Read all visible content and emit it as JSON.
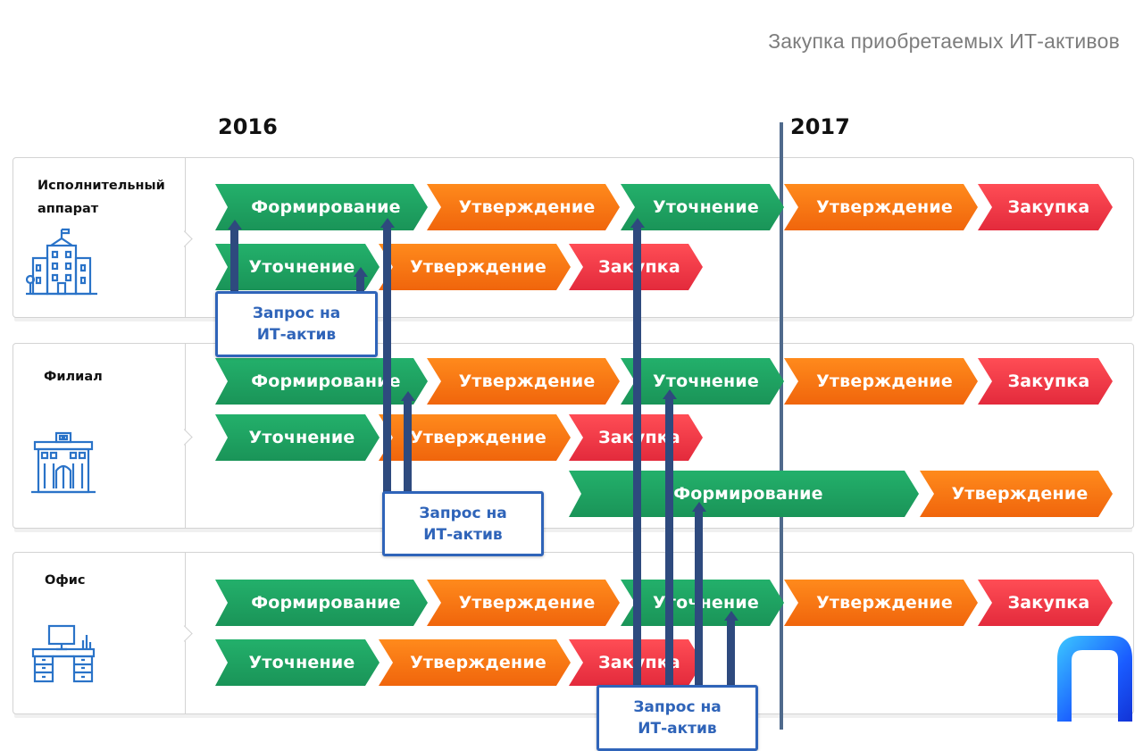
{
  "title": "Закупка приобретаемых ИТ-активов",
  "years": [
    "2016",
    "2017"
  ],
  "labels": {
    "formation": "Формирование",
    "approval": "Утверждение",
    "refinement": "Уточнение",
    "purchase": "Закупка",
    "request_line1": "Запрос на",
    "request_line2": "ИТ-актив"
  },
  "sections": [
    {
      "name_line1": "Исполнительный",
      "name_line2": "аппарат",
      "icon": "government-building-icon"
    },
    {
      "name_line1": "Филиал",
      "icon": "branch-building-icon"
    },
    {
      "name_line1": "Офис",
      "icon": "office-desk-icon"
    }
  ],
  "colors": {
    "green": "#1fa463",
    "orange": "#f97a16",
    "red": "#f03a47",
    "arrow": "#2e4a7e",
    "request_box": "#2f64b9",
    "divider": "#4f6a8c"
  }
}
